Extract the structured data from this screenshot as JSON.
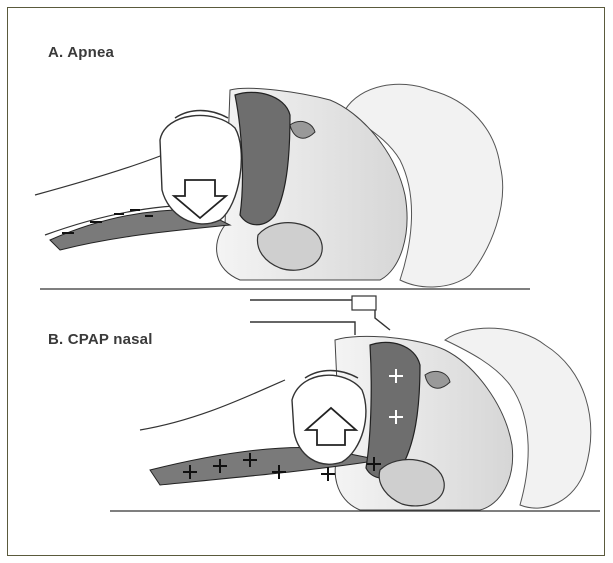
{
  "panels": {
    "a": {
      "label": "A. Apnea",
      "airway_state": "collapsed",
      "pressure_sign": "–",
      "arrow_direction": "down"
    },
    "b": {
      "label": "B. CPAP nasal",
      "airway_state": "open",
      "pressure_sign": "+",
      "arrow_direction": "up"
    }
  },
  "colors": {
    "frame": "#5a5a3c",
    "airway_fill": "#6e6e6e",
    "line": "#2a2a2a",
    "face_shade": "#d8d8d8"
  }
}
